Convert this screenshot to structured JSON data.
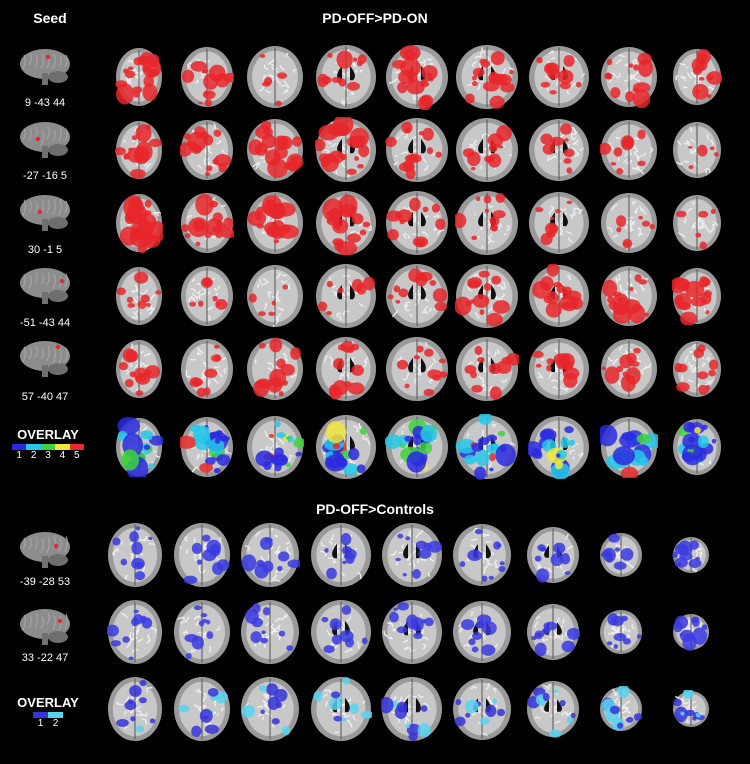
{
  "figure": {
    "seed_header": "Seed",
    "section1_title": "PD-OFF>PD-ON",
    "section2_title": "PD-OFF>Controls"
  },
  "section1": {
    "seeds": [
      {
        "coord": "9 -43 44"
      },
      {
        "coord": "-27 -16 5"
      },
      {
        "coord": "30 -1 5"
      },
      {
        "coord": "-51 -43 44"
      },
      {
        "coord": "57 -40 47"
      }
    ],
    "overlay": {
      "label": "OVERLAY",
      "ticks": [
        "1",
        "2",
        "3",
        "4",
        "5"
      ],
      "colors": [
        "#2a2ae0",
        "#24c8e8",
        "#3ed23e",
        "#f0e63c",
        "#e62a2a"
      ]
    },
    "activation_color": "#e8262a",
    "intensity": [
      [
        0.9,
        0.6,
        0.1,
        0.5,
        0.8,
        0.7,
        0.6,
        0.6,
        0.5
      ],
      [
        0.6,
        0.8,
        0.9,
        0.9,
        0.6,
        0.4,
        0.3,
        0.3,
        0.1
      ],
      [
        0.9,
        0.9,
        0.9,
        0.8,
        0.5,
        0.4,
        0.3,
        0.2,
        0.1
      ],
      [
        0.3,
        0.2,
        0.1,
        0.2,
        0.4,
        0.6,
        0.7,
        0.7,
        0.7
      ],
      [
        0.4,
        0.3,
        0.5,
        0.5,
        0.4,
        0.4,
        0.5,
        0.4,
        0.4
      ]
    ]
  },
  "section2": {
    "seeds": [
      {
        "coord": "-39 -28 53"
      },
      {
        "coord": "33 -22 47"
      }
    ],
    "overlay": {
      "label": "OVERLAY",
      "ticks": [
        "1",
        "2"
      ],
      "colors": [
        "#3434d8",
        "#58d4f0"
      ]
    },
    "activation_color": "#3a3ae0"
  }
}
